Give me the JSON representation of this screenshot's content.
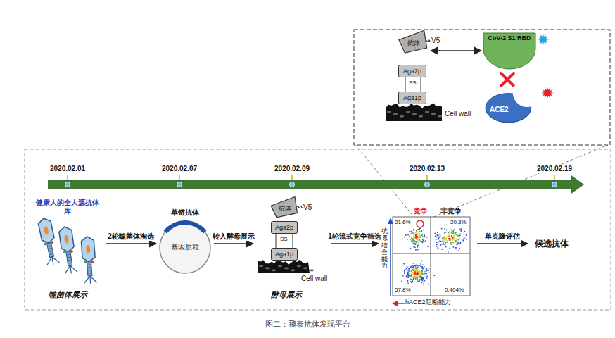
{
  "diagram": {
    "caption": "图二：飛泰抗体发现平台",
    "nodes": [
      {
        "text": [
          "Aga2p"
        ]
      },
      {
        "text": [
          "Aga1p"
        ]
      },
      {
        "text": [
          "抗体"
        ]
      },
      {
        "text": [
          "CoV-2 S1 RBD"
        ]
      },
      {
        "text": [
          "ACE2"
        ]
      },
      {
        "text": [
          "健康人的全人源抗体库",
          "噬菌体展示"
        ]
      },
      {
        "text": [
          "单链抗体",
          "基因质粒"
        ]
      },
      {
        "text": [
          "酵母展示"
        ]
      },
      {
        "text": [
          "Aga2p"
        ],
        "in": 7
      },
      {
        "text": [
          "Aga1p"
        ],
        "in": 7
      },
      {
        "text": [
          "抗体"
        ],
        "in": 7
      },
      {
        "text": [
          "竞争",
          "非竞争",
          "21.6%",
          "20.3%",
          "57.8%",
          "0.404%",
          "抗原结合能力",
          "hACE2阻断能力"
        ]
      },
      {
        "text": [
          "候选抗体"
        ]
      }
    ],
    "edges": [
      {
        "from": 2,
        "to": 3,
        "arrow": "both"
      },
      {
        "from": 5,
        "to": 6,
        "label": "2轮噬菌体淘选",
        "arrow": "to"
      },
      {
        "from": 6,
        "to": 7,
        "label": "转入酵母展示",
        "arrow": "to"
      },
      {
        "from": 7,
        "to": 11,
        "label": "1轮流式竞争筛选",
        "arrow": "to"
      },
      {
        "from": 11,
        "to": 12,
        "label": "单克隆评估",
        "arrow": "to"
      }
    ],
    "labels": [
      "2020.02.01",
      "2020.02.07",
      "2020.02.09",
      "2020.02.13",
      "2020.02.19",
      "V5",
      "SS",
      "Cell wall",
      "V5",
      "SS",
      "Cell wall"
    ]
  }
}
